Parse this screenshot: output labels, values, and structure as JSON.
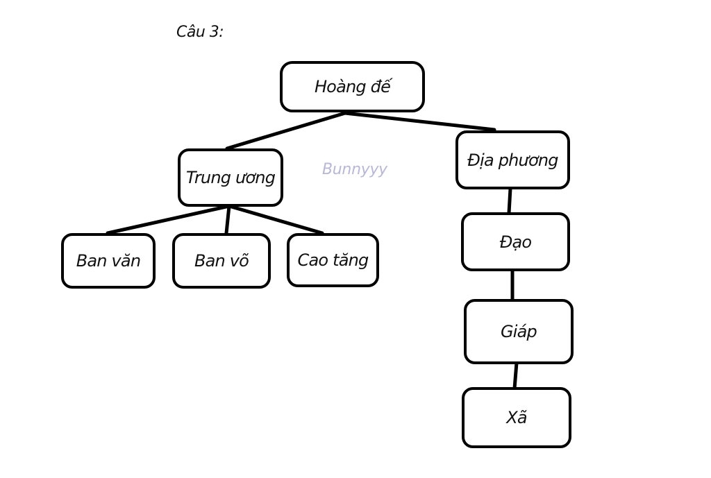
{
  "title": "Câu 3:",
  "watermark": "Bunnyyy",
  "colors": {
    "line": "#000000",
    "box_border": "#000000",
    "text": "#111111",
    "watermark": "#b7b8d8",
    "background": "#ffffff"
  },
  "nodes": {
    "root": "Hoàng đế",
    "central": "Trung ương",
    "local": "Địa phương",
    "civil": "Ban văn",
    "military": "Ban võ",
    "monks": "Cao tăng",
    "dao": "Đạo",
    "giap": "Giáp",
    "xa": "Xã"
  },
  "edges": [
    [
      "root",
      "central"
    ],
    [
      "root",
      "local"
    ],
    [
      "central",
      "civil"
    ],
    [
      "central",
      "military"
    ],
    [
      "central",
      "monks"
    ],
    [
      "local",
      "dao"
    ],
    [
      "dao",
      "giap"
    ],
    [
      "giap",
      "xa"
    ]
  ]
}
